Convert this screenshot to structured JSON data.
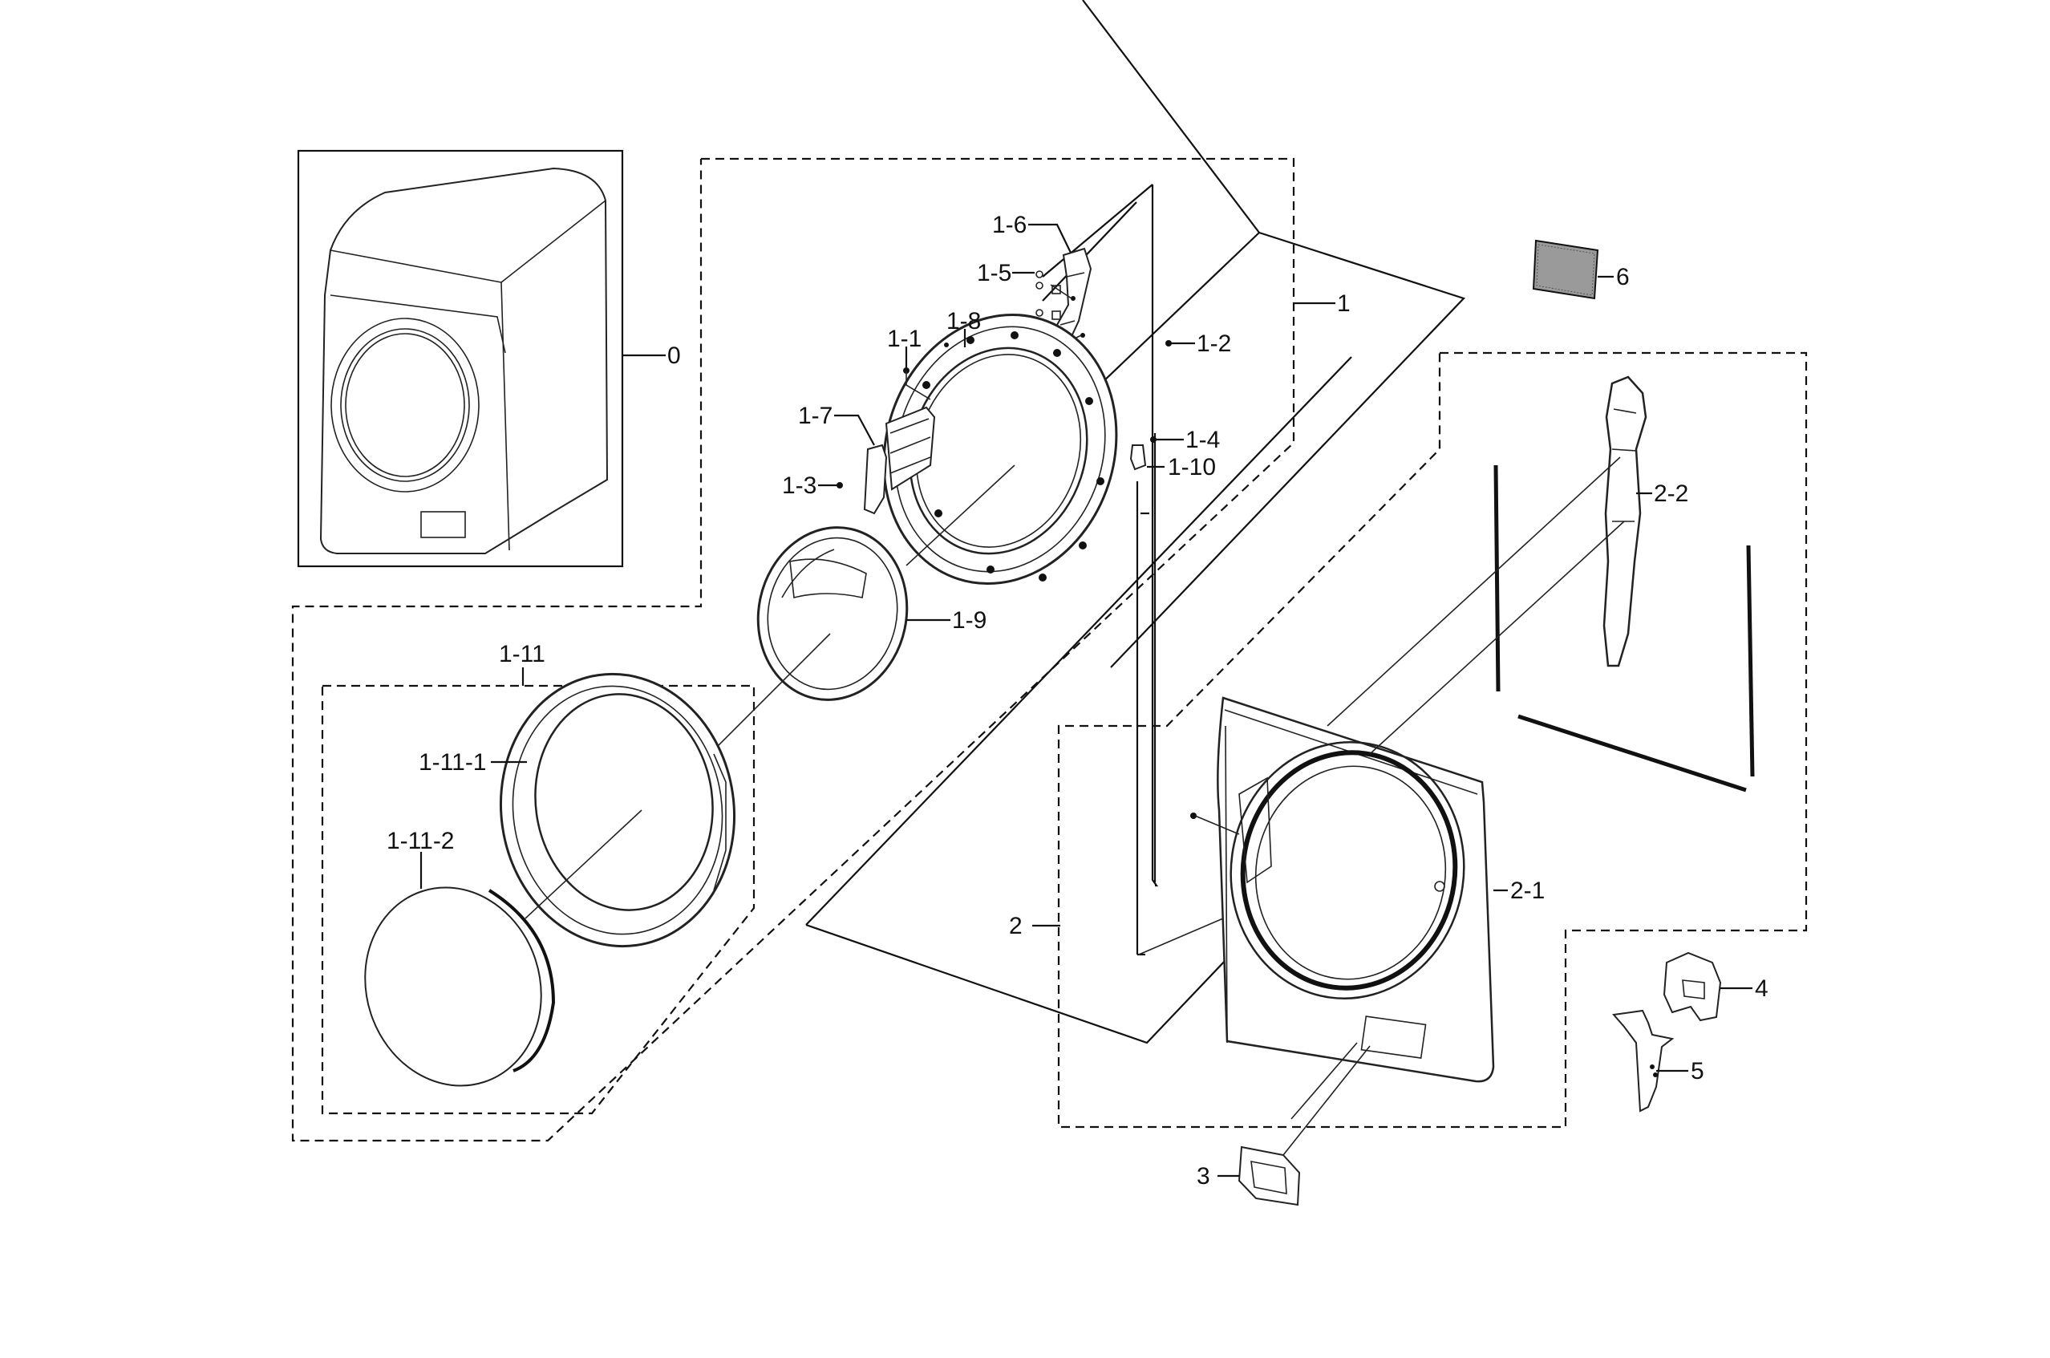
{
  "labels": {
    "l0": "0",
    "l1": "1",
    "l1_1": "1-1",
    "l1_2": "1-2",
    "l1_3": "1-3",
    "l1_4": "1-4",
    "l1_5": "1-5",
    "l1_6": "1-6",
    "l1_7": "1-7",
    "l1_8": "1-8",
    "l1_9": "1-9",
    "l1_10": "1-10",
    "l1_11": "1-11",
    "l1_11_1": "1-11-1",
    "l1_11_2": "1-11-2",
    "l2": "2",
    "l2_1": "2-1",
    "l2_2": "2-2",
    "l3": "3",
    "l4": "4",
    "l5": "5",
    "l6": "6"
  }
}
